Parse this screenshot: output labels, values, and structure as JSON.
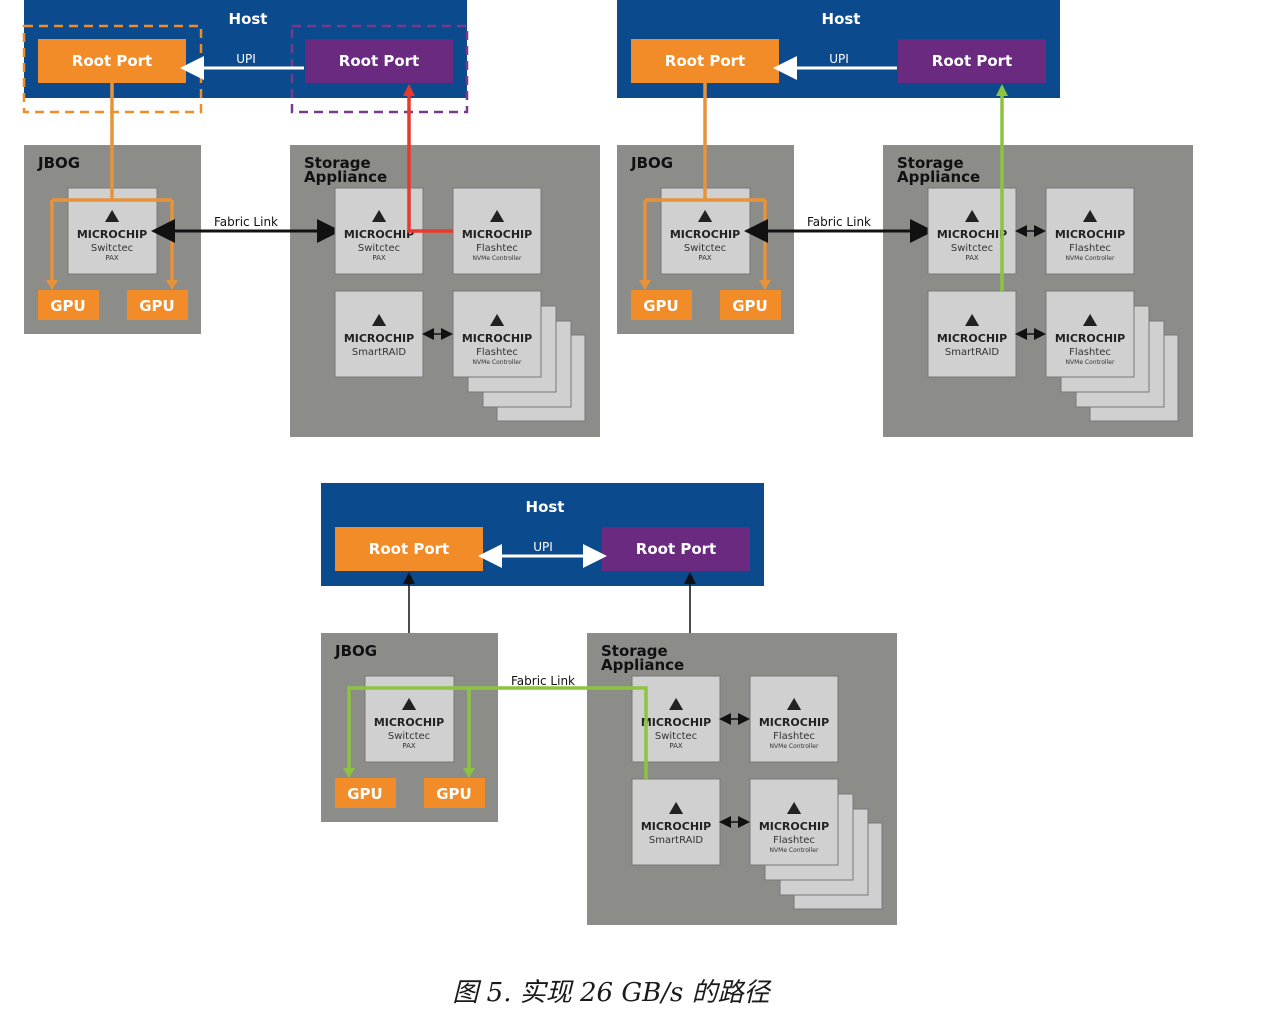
{
  "caption": "图 5. 实现 26 GB/s 的路径",
  "labels": {
    "host": "Host",
    "root_port": "Root Port",
    "upi": "UPI",
    "jbog": "JBOG",
    "gpu": "GPU",
    "storage_line1": "Storage",
    "storage_line2": "Appliance",
    "fabric_link": "Fabric Link",
    "microchip": "MICROCHIP",
    "switchtec": "Switctec",
    "pax": "PAX",
    "flashtec": "Flashtec",
    "nvme_controller": "NVMe Controller",
    "smartraid": "SmartRAID"
  },
  "colors": {
    "host_blue": "#0b4a8c",
    "root_orange": "#f28c28",
    "root_purple": "#6a2a80",
    "enclosure_gray": "#8c8d88",
    "chip_gray": "#d0d0d0",
    "path_orange": "#e8923a",
    "path_red": "#e8392c",
    "path_green": "#8cc43f",
    "dashed_orange": "#f28c28",
    "dashed_purple": "#7a3a8c"
  },
  "panels": [
    {
      "id": "panel-1",
      "highlight": "red",
      "host_upi": "left"
    },
    {
      "id": "panel-2",
      "highlight": "green",
      "host_upi": "left"
    },
    {
      "id": "panel-3",
      "highlight": "green-cross",
      "host_upi": "both"
    }
  ]
}
